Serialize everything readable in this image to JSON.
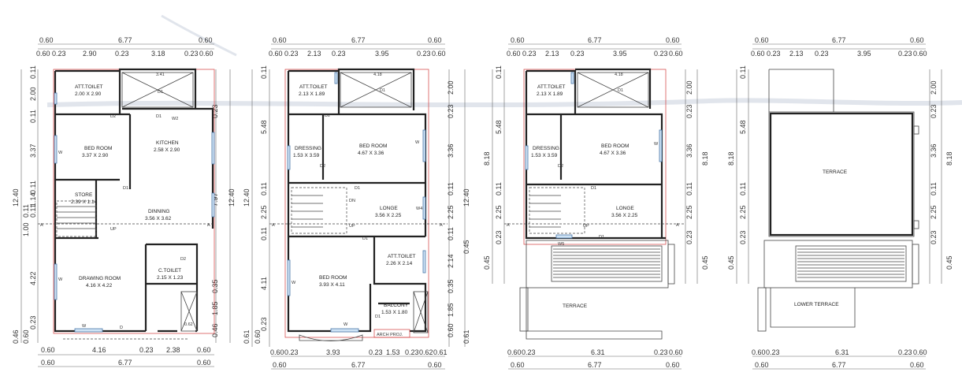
{
  "plans": [
    {
      "top_dims": {
        "r1": [
          "0.60",
          "6.77",
          "0.60"
        ],
        "r2": [
          "0.60",
          "0.23",
          "2.90",
          "0.23",
          "3.18",
          "0.23",
          "0.60"
        ]
      },
      "left_dims": {
        "outer": [
          "12.40",
          "1.00",
          "0.11",
          "0.60"
        ],
        "inner": [
          "0.11",
          "2.00",
          "0.11",
          "3.37",
          "0.11",
          "1.14",
          "0.11",
          "4.22",
          "0.46",
          "0.23"
        ]
      },
      "right_dims": {
        "outer": [
          "12.40"
        ],
        "inner": [
          "0.23",
          "7.97",
          "0.35",
          "1.85",
          "0.46"
        ]
      },
      "bottom_dims": {
        "r1": [
          "0.60",
          "4.16",
          "0.23",
          "2.38",
          "0.60"
        ],
        "r2": [
          "0.60",
          "6.77",
          "0.60"
        ]
      },
      "rooms": [
        {
          "name": "ATT.TOILET",
          "size": "2.00 X 2.90"
        },
        {
          "name": "BED ROOM",
          "size": "3.37 X 2.90"
        },
        {
          "name": "KITCHEN",
          "size": "2.58 X 2.90"
        },
        {
          "name": "STORE",
          "size": "2.39 X 1.14"
        },
        {
          "name": "DINNING",
          "size": "3.56 X 3.62"
        },
        {
          "name": "DRAWING ROOM",
          "size": "4.16 X 4.22"
        },
        {
          "name": "C.TOILET",
          "size": "2.15 X 1.23"
        }
      ],
      "marks": {
        "d1": "D1",
        "d2": "D2",
        "w": "W",
        "w2": "W2",
        "d": "D",
        "a": "A",
        "up": "UP",
        "size": "3.41",
        "sill": "0.62"
      }
    },
    {
      "top_dims": {
        "r1": [
          "0.60",
          "6.77",
          "0.60"
        ],
        "r2": [
          "0.60",
          "0.23",
          "2.13",
          "0.23",
          "3.95",
          "0.23",
          "0.60"
        ]
      },
      "left_dims": {
        "outer": [
          "12.40",
          "0.61",
          "0.60"
        ],
        "inner": [
          "0.11",
          "5.48",
          "0.11",
          "2.25",
          "0.11",
          "4.11",
          "0.23"
        ]
      },
      "right_dims": {
        "outer": [
          "12.40",
          "0.45"
        ],
        "inner": [
          "2.00",
          "0.23",
          "3.36",
          "0.11",
          "2.25",
          "0.11",
          "2.14",
          "0.35",
          "1.85",
          "0.60",
          "0.61"
        ]
      },
      "bottom_dims": {
        "r1": [
          "0.60",
          "0.23",
          "3.93",
          "0.23",
          "1.53",
          "0.23",
          "0.62",
          "0.61"
        ],
        "r2": [
          "0.60",
          "6.77",
          "0.60"
        ]
      },
      "rooms": [
        {
          "name": "ATT.TOILET",
          "size": "2.13 X 1.89"
        },
        {
          "name": "DRESSING",
          "size": "1.53 X 3.59"
        },
        {
          "name": "BED ROOM",
          "size": "4.67 X 3.36"
        },
        {
          "name": "LONGE",
          "size": "3.56 X 2.25"
        },
        {
          "name": "ATT.TOILET",
          "size": "2.26 X 2.14"
        },
        {
          "name": "BED ROOM",
          "size": "3.93 X 4.11"
        },
        {
          "name": "BALCONY",
          "size": "1.53 X 1.80"
        }
      ],
      "marks": {
        "d1": "D1",
        "d2": "D2",
        "w": "W",
        "w4": "W4",
        "a": "A",
        "dn": "DN",
        "up": "UP",
        "size": "4.18",
        "arch": "ARCH PROJ."
      }
    },
    {
      "top_dims": {
        "r1": [
          "0.60",
          "6.77",
          "0.60"
        ],
        "r2": [
          "0.60",
          "0.23",
          "2.13",
          "0.23",
          "3.95",
          "0.23",
          "0.60"
        ]
      },
      "left_dims": {
        "outer": [
          "8.18",
          "0.45"
        ],
        "inner": [
          "0.11",
          "5.48",
          "0.11",
          "2.25",
          "0.23"
        ]
      },
      "right_dims": {
        "outer": [
          "8.18",
          "0.45"
        ],
        "inner": [
          "2.00",
          "0.23",
          "3.36",
          "0.11",
          "2.25",
          "0.23"
        ]
      },
      "bottom_dims": {
        "r1": [
          "0.60",
          "0.23",
          "6.31",
          "0.23",
          "0.60"
        ],
        "r2": [
          "0.60",
          "6.77",
          "0.60"
        ]
      },
      "rooms": [
        {
          "name": "ATT.TOILET",
          "size": "2.13 X 1.89"
        },
        {
          "name": "DRESSING",
          "size": "1.53 X 3.59"
        },
        {
          "name": "BED ROOM",
          "size": "4.67 X 3.36"
        },
        {
          "name": "LONGE",
          "size": "3.56 X 2.25"
        },
        {
          "name": "TERRACE",
          "size": ""
        }
      ],
      "marks": {
        "d1": "D1",
        "d2": "D2",
        "w": "W",
        "w5": "W5",
        "a": "A",
        "up": "UP",
        "size": "4.18"
      }
    },
    {
      "top_dims": {
        "r1": [
          "0.60",
          "6.77",
          "0.60"
        ],
        "r2": [
          "0.60",
          "0.23",
          "2.13",
          "0.23",
          "3.95",
          "0.23",
          "0.60"
        ]
      },
      "left_dims": {
        "outer": [
          "8.18",
          "0.45"
        ],
        "inner": [
          "0.11",
          "5.48",
          "0.11",
          "2.25",
          "0.23"
        ]
      },
      "right_dims": {
        "outer": [
          "8.18",
          "0.45"
        ],
        "inner": [
          "2.00",
          "0.23",
          "3.36",
          "0.11",
          "2.25",
          "0.23"
        ]
      },
      "bottom_dims": {
        "r1": [
          "0.60",
          "0.23",
          "6.31",
          "0.23",
          "0.60"
        ],
        "r2": [
          "0.60",
          "6.77",
          "0.60"
        ]
      },
      "rooms": [
        {
          "name": "TERRACE",
          "size": ""
        },
        {
          "name": "LOWER TERRACE",
          "size": ""
        }
      ],
      "marks": {}
    }
  ]
}
